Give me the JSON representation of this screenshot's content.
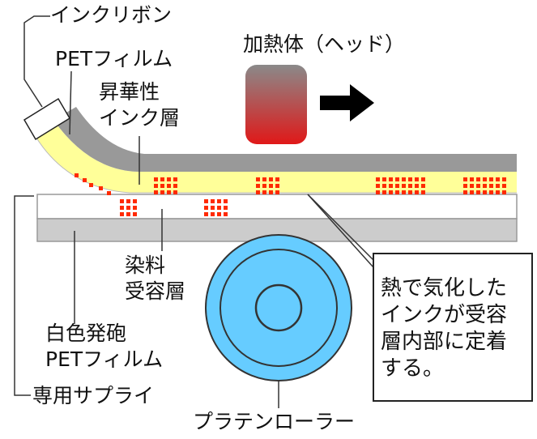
{
  "labels": {
    "ink_ribbon": "インクリボン",
    "pet_film": "PETフィルム",
    "sublimation_ink_layer": "昇華性\nインク層",
    "heating_head": "加熱体（ヘッド）",
    "dye_receiving_layer": "染料\n受容層",
    "white_foam_pet_film": "白色発砲\nPETフィルム",
    "dedicated_supply": "専用サプライ",
    "platen_roller": "プラテンローラー",
    "note": "熱で気化した\nインクが受容\n層内部に定着\nする。"
  },
  "colors": {
    "ribbon_gray": "#999999",
    "ink_yellow": "#ffff99",
    "dots_red": "#ff2a00",
    "head_top": "#8a8a8a",
    "head_bottom": "#e01818",
    "receiving_layer_white": "#ffffff",
    "base_film_gray": "#cccccc",
    "roller_blue": "#66ccff",
    "line_dark": "#222222",
    "arrow_black": "#000000"
  },
  "icons": {
    "arrow": "right-arrow-icon"
  }
}
